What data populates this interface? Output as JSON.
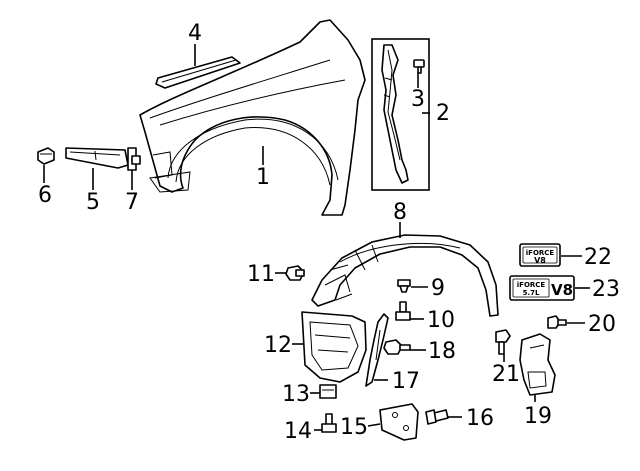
{
  "callouts": {
    "c1": "1",
    "c2": "2",
    "c3": "3",
    "c4": "4",
    "c5": "5",
    "c6": "6",
    "c7": "7",
    "c8": "8",
    "c9": "9",
    "c10": "10",
    "c11": "11",
    "c12": "12",
    "c13": "13",
    "c14": "14",
    "c15": "15",
    "c16": "16",
    "c17": "17",
    "c18": "18",
    "c19": "19",
    "c20": "20",
    "c21": "21",
    "c22": "22",
    "c23": "23"
  },
  "badges": {
    "b22_top": "iFORCE",
    "b22_bottom": "V8",
    "b23_left_top": "iFORCE",
    "b23_left_bottom": "5.7L",
    "b23_right": "V8"
  }
}
